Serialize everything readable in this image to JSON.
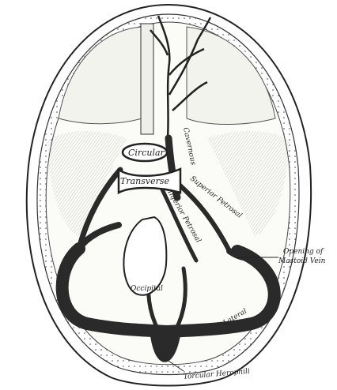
{
  "figure": {
    "labels": {
      "circular": "Circular",
      "transverse": "Transverse",
      "cavernous": "Cavernous",
      "superior_petrosal": "Superior Petrosal",
      "inferior_petrosal": "Inferior Petrosal",
      "occipital": "Occipital",
      "lateral": "Lateral",
      "torcular": "Torcular Herophili",
      "mastoid_line1": "Opening of",
      "mastoid_line2": "Mastoid Vein"
    }
  }
}
